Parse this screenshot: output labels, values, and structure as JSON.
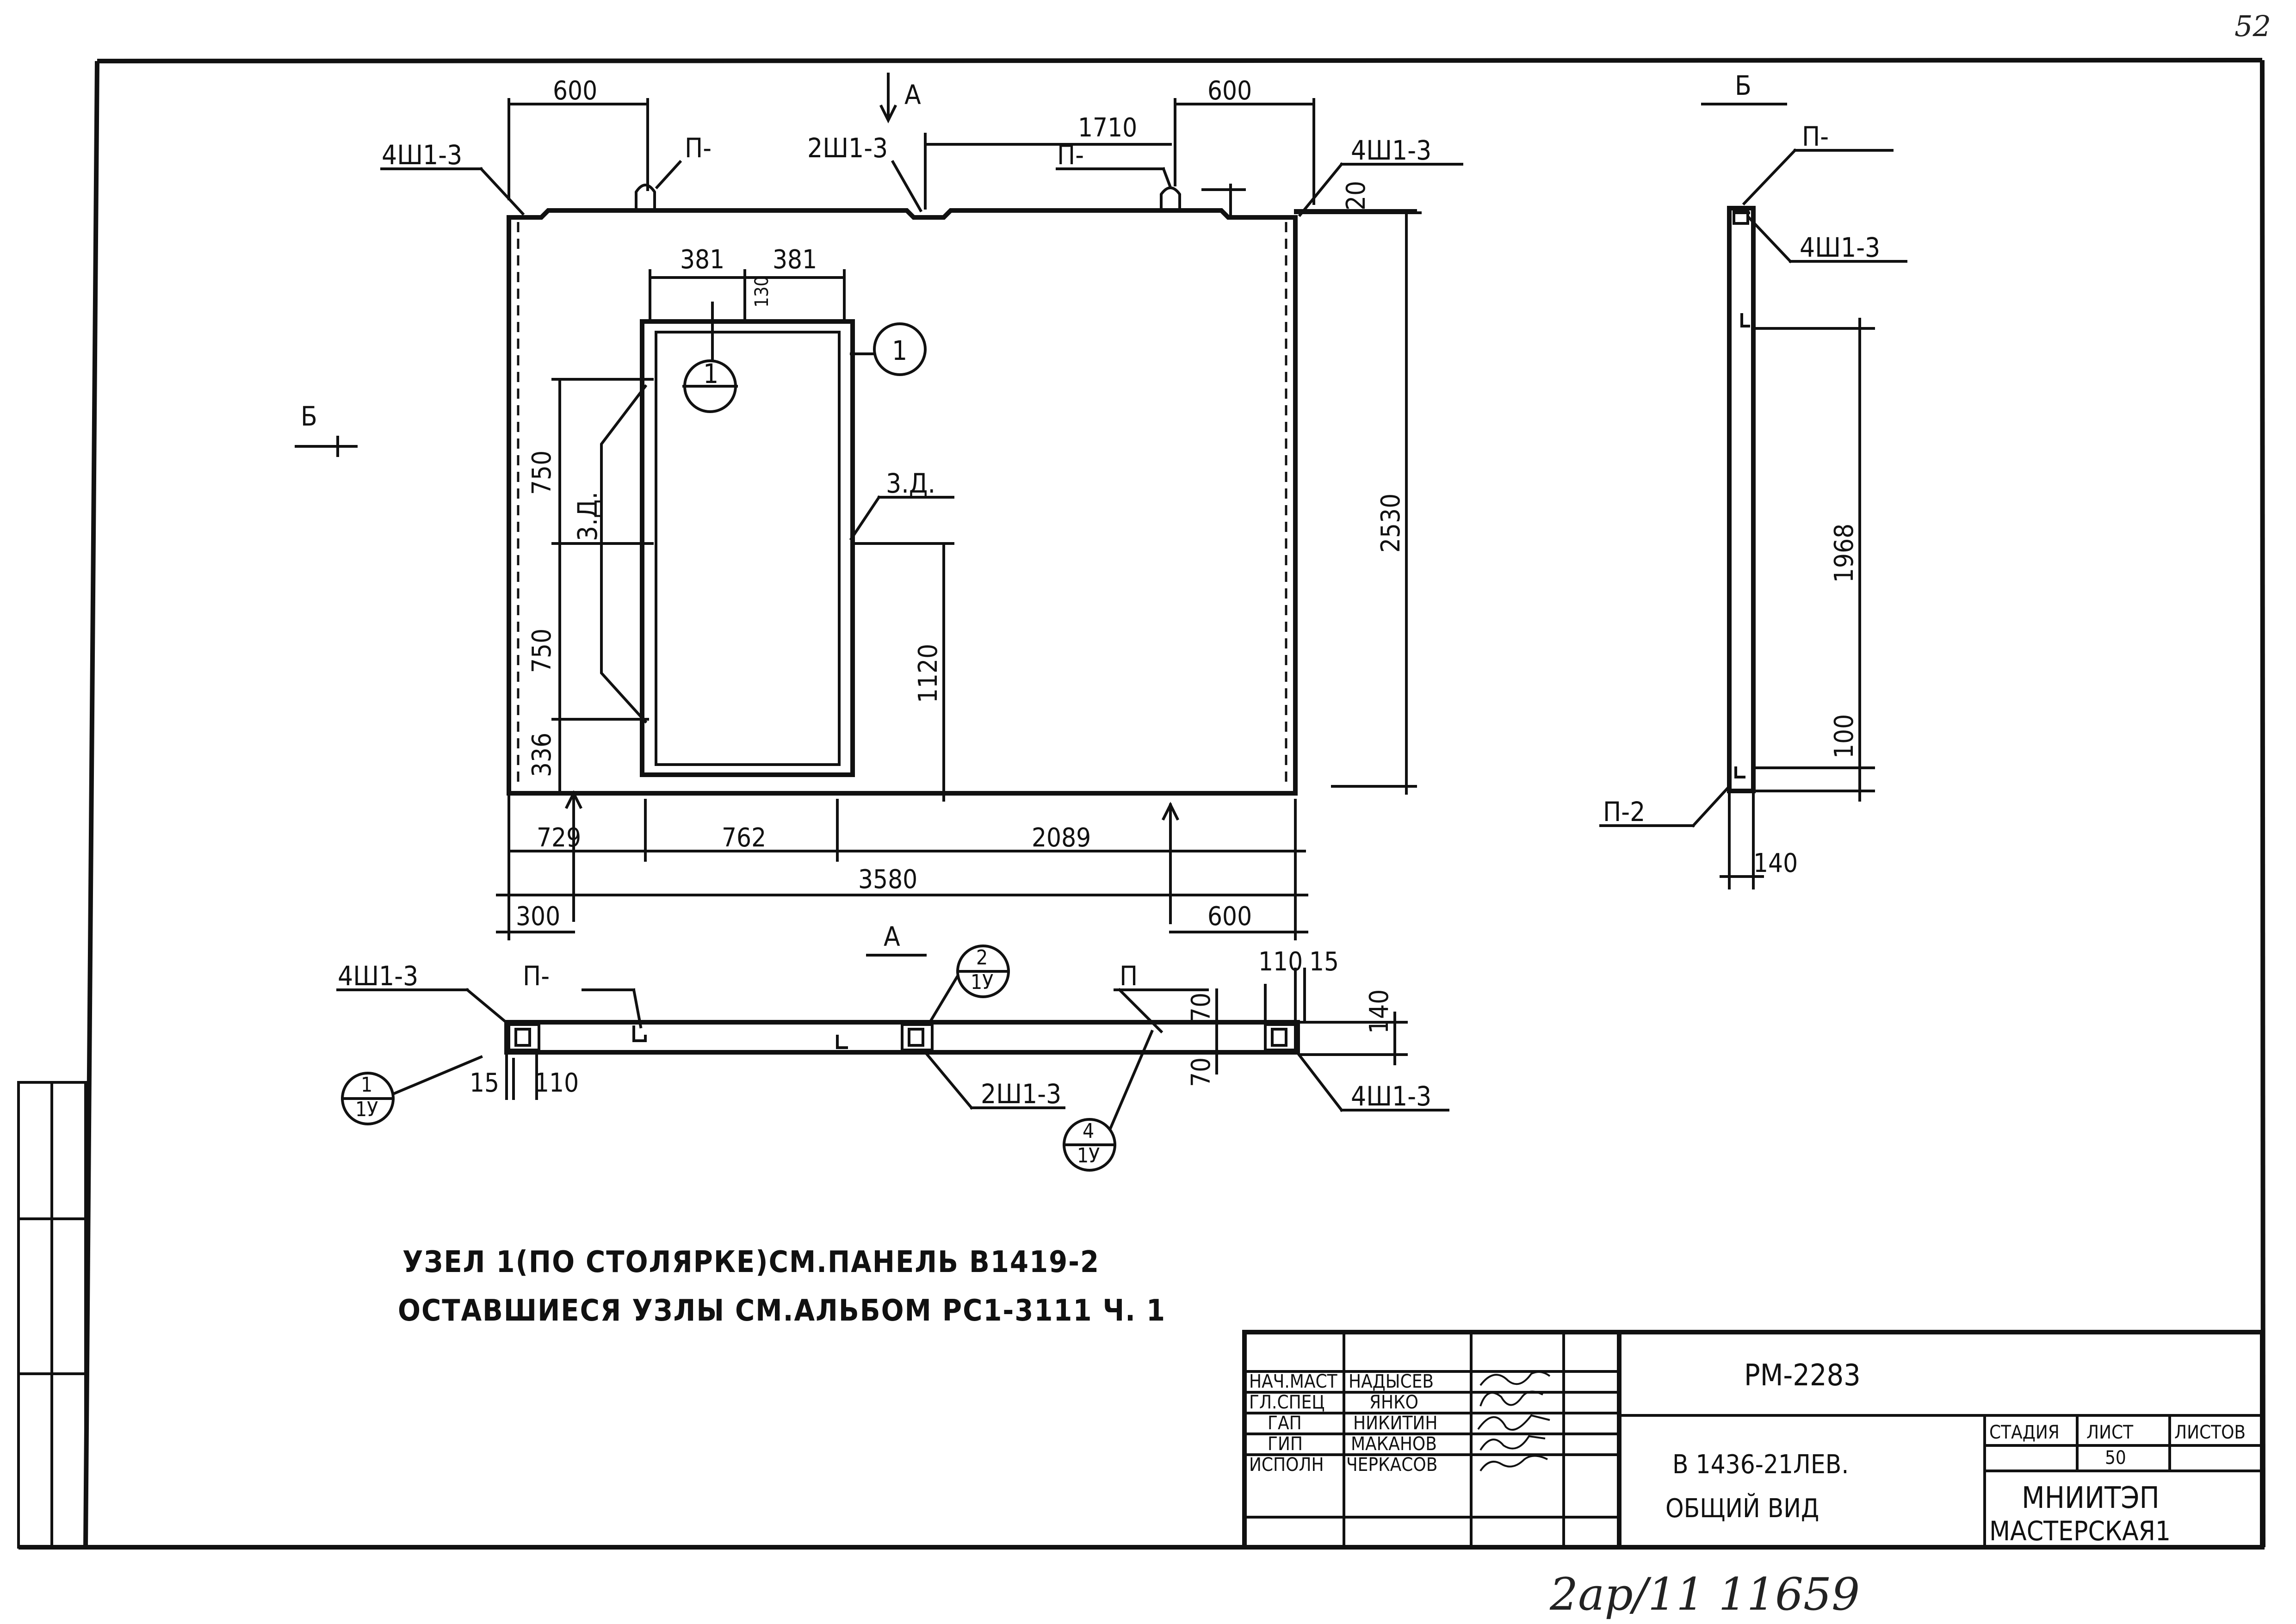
{
  "page_number": "52",
  "sections": {
    "a": "А",
    "b": "Б"
  },
  "dims": {
    "d600_left": "600",
    "d600_right": "600",
    "d1710": "1710",
    "d20": "20",
    "d381a": "381",
    "d381b": "381",
    "d130": "130",
    "d750a": "750",
    "d750b": "750",
    "d336": "336",
    "d2530": "2530",
    "d1120": "1120",
    "d729": "729",
    "d762": "762",
    "d2089": "2089",
    "d3580": "3580",
    "d300": "300",
    "d600_bottom": "600",
    "d110_top": "110",
    "d15_top": "15",
    "d140_plan": "140",
    "d70a": "70",
    "d70b": "70",
    "d15_bot": "15",
    "d110_bot": "110",
    "d1968": "1968",
    "d100": "100",
    "d140_side": "140"
  },
  "labels": {
    "l_4sh_tl": "4Ш1-3",
    "l_p_tl": "П-",
    "l_2sh_top": "2Ш1-3",
    "l_p_tr": "П-",
    "l_4sh_tr": "4Ш1-3",
    "l_3d_left": "3.Д.",
    "l_3d_right": "3.Д.",
    "l_4sh_plan_left": "4Ш1-3",
    "l_p_plan": "П-",
    "l_p_plan2": "П",
    "l_2sh_plan": "2Ш1-3",
    "l_4sh_plan_right": "4Ш1-3",
    "l_p_side": "П-",
    "l_4sh_side": "4Ш1-3",
    "l_p2_side": "П-2"
  },
  "callouts": {
    "c1_top": "1",
    "c1_inner": "1",
    "c1_plan_n": "1",
    "c1_plan_d": "1У",
    "c2_plan_n": "2",
    "c2_plan_d": "1У",
    "c4_plan_n": "4",
    "c4_plan_d": "1У"
  },
  "notes": {
    "line1": "УЗЕЛ 1(ПО СТОЛЯРКЕ)СМ.ПАНЕЛЬ В1419-2",
    "line2": "ОСТАВШИЕСЯ УЗЛЫ СМ.АЛЬБОМ РС1-3111 Ч. 1"
  },
  "title_block": {
    "roles": [
      "НАЧ.МАСТ",
      "ГЛ.СПЕЦ",
      "ГАП",
      "ГИП",
      "ИСПОЛН"
    ],
    "names": [
      "НАДЫСЕВ",
      "ЯНКО",
      "НИКИТИН",
      "МАКАНОВ",
      "ЧЕРКАСОВ"
    ],
    "doc_code": "РМ-2283",
    "panel_code": "В 1436-21ЛЕВ.",
    "view_title": "ОБЩИЙ ВИД",
    "col_stage": "СТАДИЯ",
    "col_sheet": "ЛИСТ",
    "col_sheets": "ЛИСТОВ",
    "sheet_value": "50",
    "org_name": "МНИИТЭП",
    "workshop": "МАСТЕРСКАЯ1"
  },
  "inventory": "2ар/11 11659"
}
